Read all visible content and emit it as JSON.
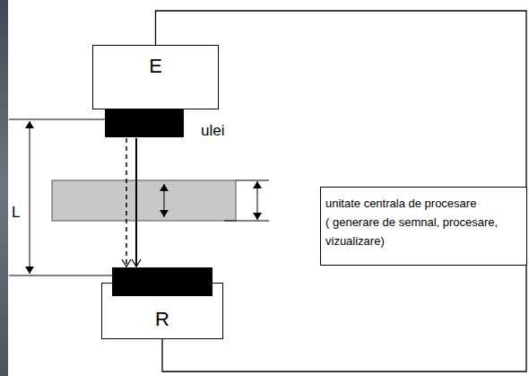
{
  "diagram": {
    "nodes": [
      {
        "text": [
          "E"
        ]
      },
      {
        "text": [
          "unitate centrala de procesare",
          "( generare de semnal, procesare, vizualizare)"
        ]
      },
      {
        "text": [
          "R"
        ]
      }
    ],
    "edges": [
      {
        "from": 0,
        "to": 1,
        "arrow": "none"
      },
      {
        "from": 1,
        "to": 2,
        "arrow": "none"
      }
    ],
    "labels": [
      "ulei",
      "L"
    ]
  }
}
